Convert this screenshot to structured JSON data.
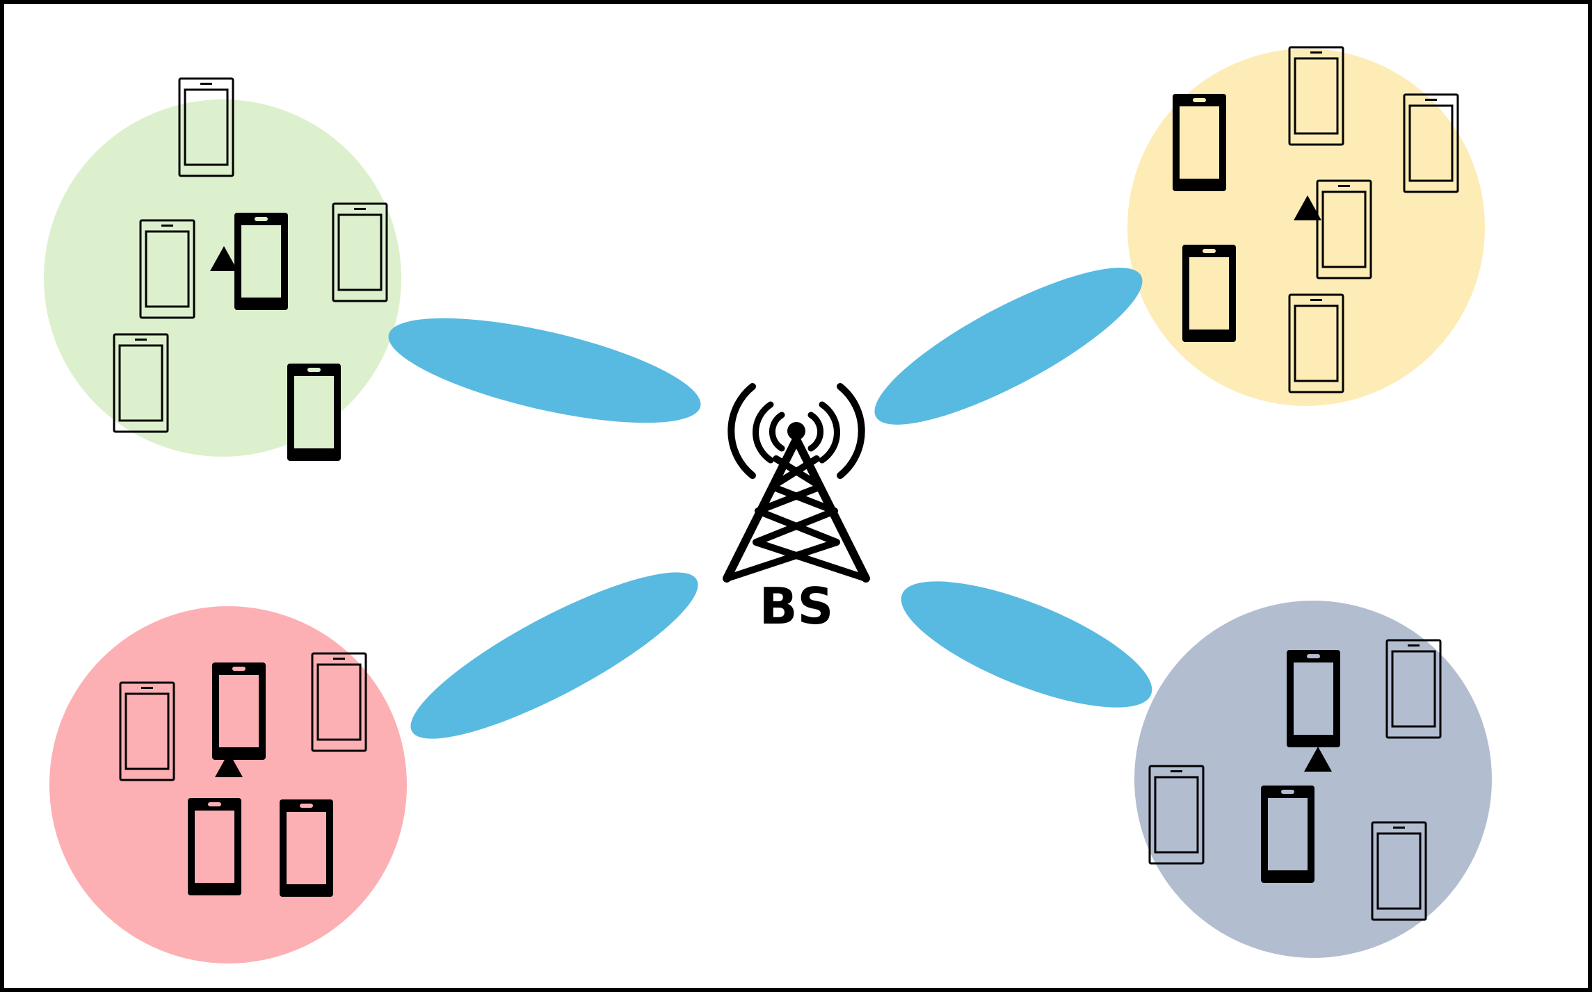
{
  "diagram": {
    "base_station_label": "BS",
    "colors": {
      "beam": "#58BAE0",
      "outline": "#000000",
      "background": "#FFFFFF"
    },
    "clusters": [
      {
        "name": "cluster-top-left",
        "color": "#DDF0CD",
        "position": "top-left",
        "filled_phones": 2,
        "outline_phones": 4,
        "uplink_indicators": 1
      },
      {
        "name": "cluster-top-right",
        "color": "#FDECB6",
        "position": "top-right",
        "filled_phones": 2,
        "outline_phones": 4,
        "uplink_indicators": 1
      },
      {
        "name": "cluster-bottom-left",
        "color": "#FDB0B3",
        "position": "bottom-left",
        "filled_phones": 3,
        "outline_phones": 2,
        "uplink_indicators": 1
      },
      {
        "name": "cluster-bottom-right",
        "color": "#B3BDD0",
        "position": "bottom-right",
        "filled_phones": 2,
        "outline_phones": 3,
        "uplink_indicators": 1
      }
    ],
    "icons": {
      "base_station": "cell-tower-icon",
      "device": "smartphone-icon",
      "uplink": "triangle-up-icon"
    }
  }
}
